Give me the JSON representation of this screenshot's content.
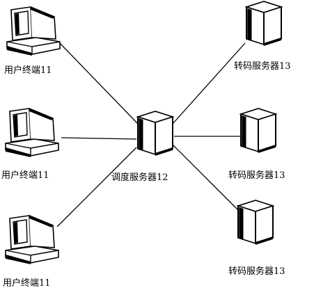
{
  "colors": {
    "ink": "#000000",
    "paper": "#ffffff"
  },
  "terminals": [
    {
      "label": "用户终端11"
    },
    {
      "label": "用户终端11"
    },
    {
      "label": "用户终端11"
    }
  ],
  "scheduler": {
    "label": "调度服务器12"
  },
  "transcoders": [
    {
      "label": "转码服务器13"
    },
    {
      "label": "转码服务器13"
    },
    {
      "label": "转码服务器13"
    }
  ]
}
